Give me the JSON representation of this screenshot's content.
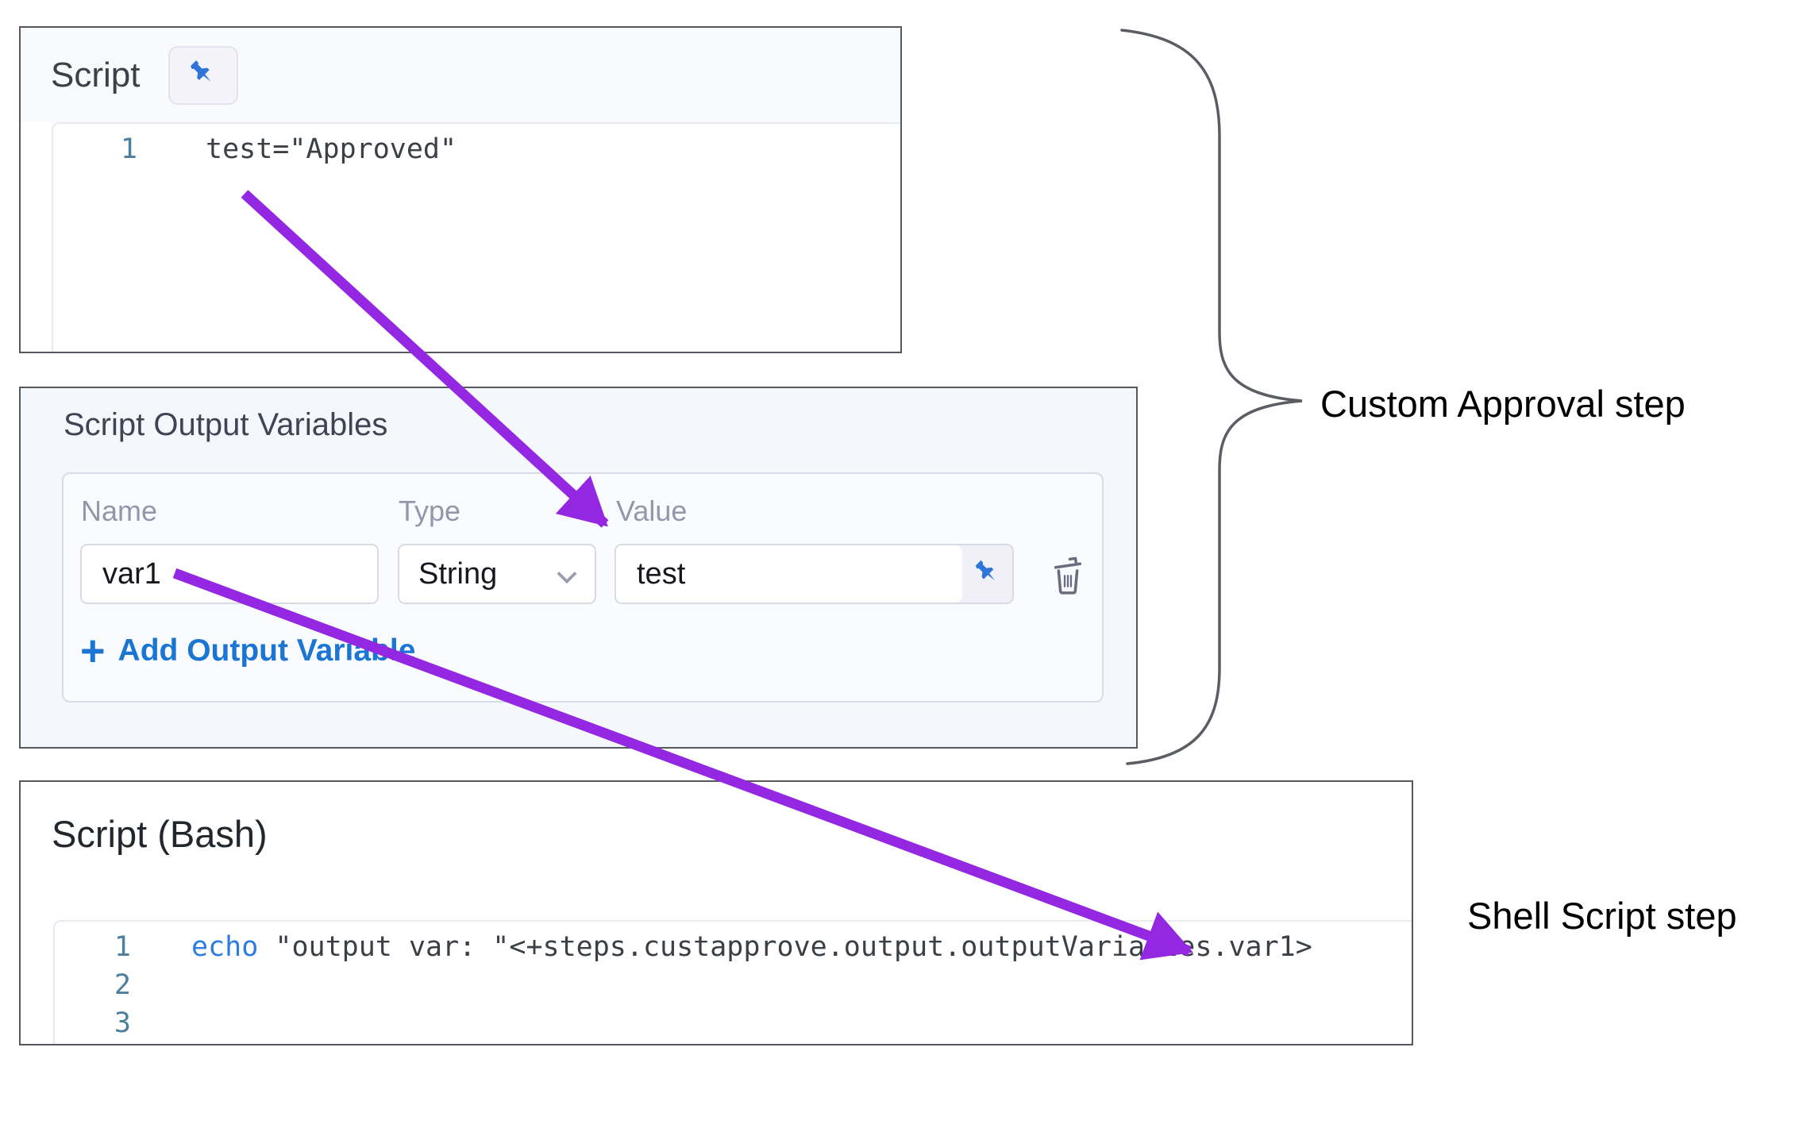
{
  "colors": {
    "arrow_purple": "#9327e2",
    "panel_border": "#55595f",
    "link_blue": "#1a76d2",
    "keyword_blue": "#2d7ce0",
    "line_number_teal": "#4c7e9e",
    "pin_blue": "#2e74d9",
    "icon_grey": "#6a6d80",
    "label_grey": "#9497ab",
    "brace_grey": "#5a5e64"
  },
  "script_panel": {
    "title": "Script",
    "lines": [
      {
        "num": "1",
        "code": "test=\"Approved\""
      }
    ]
  },
  "output_variables_panel": {
    "title": "Script Output Variables",
    "columns": {
      "name": "Name",
      "type": "Type",
      "value": "Value"
    },
    "row": {
      "name": "var1",
      "type": "String",
      "value": "test"
    },
    "add_button": {
      "plus": "+",
      "label": "Add Output Variable"
    }
  },
  "bash_panel": {
    "title": "Script (Bash)",
    "lines": [
      {
        "num": "1",
        "keyword": "echo",
        "code": " \"output var: \"<+steps.custapprove.output.outputVariables.var1>"
      },
      {
        "num": "2",
        "keyword": "",
        "code": ""
      },
      {
        "num": "3",
        "keyword": "",
        "code": ""
      }
    ]
  },
  "annotations": {
    "custom_approval": "Custom Approval step",
    "shell_script": "Shell Script step"
  }
}
